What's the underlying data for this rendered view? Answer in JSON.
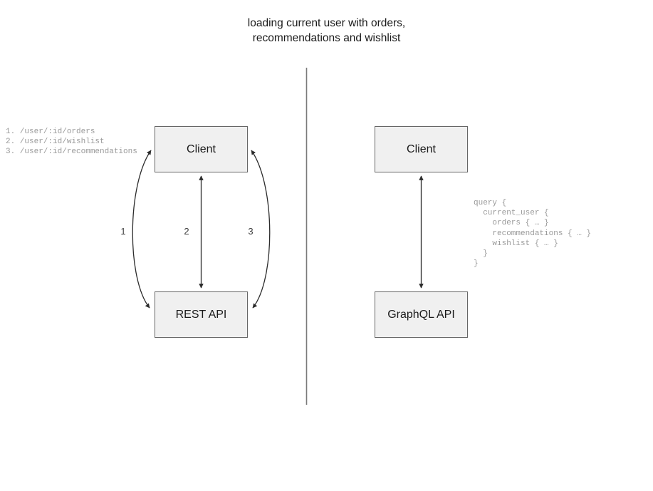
{
  "title": "loading current user with orders,\nrecommendations and wishlist",
  "divider": {
    "present": true
  },
  "rest_side": {
    "client_label": "Client",
    "api_label": "REST API",
    "endpoint_list": "1. /user/:id/orders\n2. /user/:id/wishlist\n3. /user/:id/recommendations",
    "edges": [
      {
        "label": "1",
        "shape": "curve-left",
        "arrows": "both"
      },
      {
        "label": "2",
        "shape": "straight",
        "arrows": "both"
      },
      {
        "label": "3",
        "shape": "curve-right",
        "arrows": "both"
      }
    ]
  },
  "graphql_side": {
    "client_label": "Client",
    "api_label": "GraphQL API",
    "query": "query {\n  current_user {\n    orders { … }\n    recommendations { … }\n    wishlist { … }\n  }\n}",
    "edges": [
      {
        "label": "",
        "shape": "straight",
        "arrows": "both"
      }
    ]
  },
  "colors": {
    "node_fill": "#f0f0f0",
    "node_border": "#666666",
    "edge": "#2b2b2b",
    "divider": "#7a7a7a",
    "code_text": "#9a9a9a",
    "title_text": "#1a1a1a"
  }
}
